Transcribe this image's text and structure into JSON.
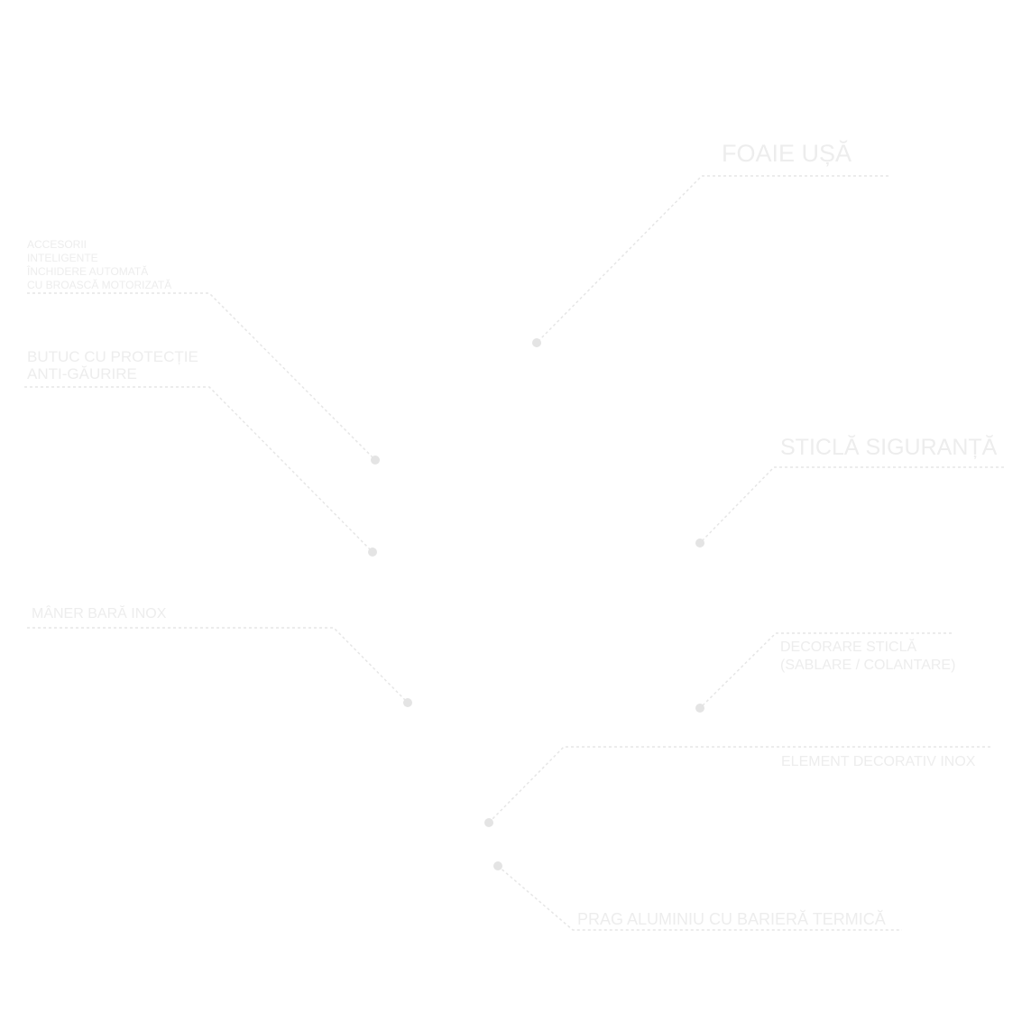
{
  "colors": {
    "text": "#ededed",
    "line": "#e6e6e6",
    "dot": "#e4e4e4"
  },
  "callouts": [
    {
      "id": "foaie",
      "lines": [
        "FOAIE UȘĂ"
      ]
    },
    {
      "id": "accesorii",
      "lines": [
        "ACCESORII",
        "INTELIGENTE",
        "ÎNCHIDERE AUTOMATĂ",
        "CU BROASCĂ MOTORIZATĂ"
      ]
    },
    {
      "id": "butuc",
      "lines": [
        "BUTUC CU PROTECȚIE",
        "ANTI-GĂURIRE"
      ]
    },
    {
      "id": "sticla",
      "lines": [
        "STICLĂ SIGURANȚĂ"
      ]
    },
    {
      "id": "maner",
      "lines": [
        "MÂNER BARĂ INOX"
      ]
    },
    {
      "id": "decorare",
      "lines": [
        "DECORARE STICLĂ",
        "(SABLARE / COLANTARE)"
      ]
    },
    {
      "id": "element",
      "lines": [
        "ELEMENT DECORATIV INOX"
      ]
    },
    {
      "id": "prag",
      "lines": [
        "PRAG ALUMINIU CU BARIERĂ TERMICĂ"
      ]
    }
  ]
}
